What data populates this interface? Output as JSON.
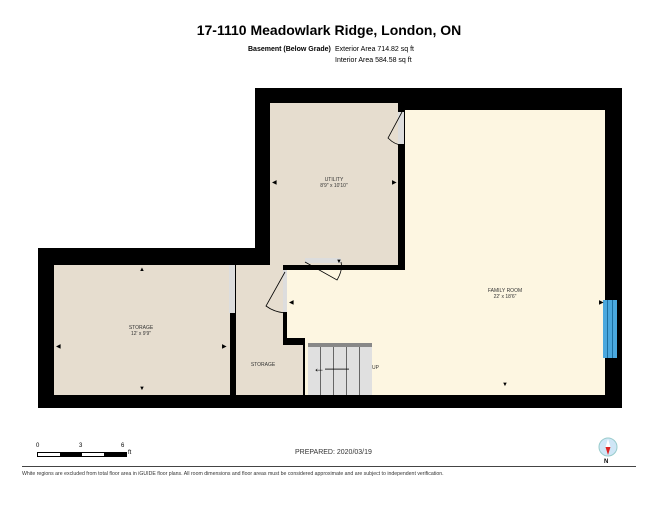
{
  "title": "17-1110 Meadowlark Ridge, London, ON",
  "floor": {
    "name": "Basement (Below Grade)",
    "exterior_area": "Exterior Area 714.82 sq ft",
    "interior_area": "Interior Area 584.58 sq ft"
  },
  "rooms": [
    {
      "name": "UTILITY",
      "dims": "8'9\" x 10'10\""
    },
    {
      "name": "FAMILY ROOM",
      "dims": "22' x 18'6\""
    },
    {
      "name": "STORAGE",
      "dims": "12' x 9'9\""
    },
    {
      "name": "STORAGE",
      "dims": ""
    }
  ],
  "stairs_label": "UP",
  "scale": {
    "ticks": [
      "0",
      "3",
      "6"
    ],
    "unit": "ft"
  },
  "prepared": "PREPARED: 2020/03/19",
  "compass_label": "N",
  "disclaimer": "White regions are excluded from total floor area in iGUIDE floor plans. All room dimensions and floor areas must be considered approximate and are subject to independent verification.",
  "colors": {
    "wall": "#000000",
    "room_tan": "#e6ddcf",
    "room_cream": "#fdf6e1",
    "window": "#4aa8de"
  }
}
